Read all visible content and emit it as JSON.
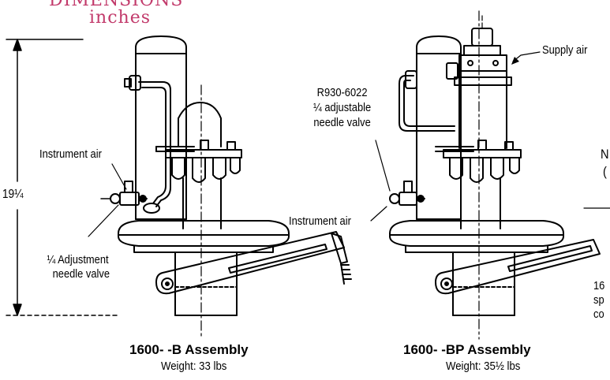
{
  "header": {
    "line1": "DIMENSIONS",
    "line2": "inches"
  },
  "dimension": {
    "height": "19¼"
  },
  "left_assembly": {
    "callouts": {
      "instrument_air": "Instrument air",
      "adj_valve_line1": "¼ Adjustment",
      "adj_valve_line2": "needle valve"
    },
    "title": "1600- -B Assembly",
    "weight": "Weight: 33 lbs"
  },
  "right_assembly": {
    "callouts": {
      "supply_air": "Supply air",
      "part_number": "R930-6022",
      "adj_valve_line1": "¼ adjustable",
      "adj_valve_line2": "needle valve",
      "instrument_air": "Instrument air"
    },
    "title": "1600- -BP Assembly",
    "weight": "Weight: 35½ lbs"
  },
  "cut_off_text": {
    "n": "N",
    "paren": "(",
    "line1": "16",
    "line2": "sp",
    "line3": "co"
  },
  "colors": {
    "header": "#c23a6b",
    "line": "#000000"
  }
}
